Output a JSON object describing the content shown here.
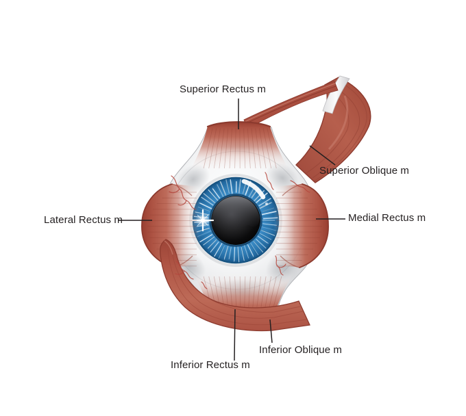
{
  "figure": {
    "type": "anatomical-diagram",
    "subject_labels_count": 6,
    "labels": {
      "superior_rectus": "Superior Rectus m",
      "superior_oblique": "Superior Oblique m",
      "lateral_rectus": "Lateral Rectus m",
      "medial_rectus": "Medial Rectus m",
      "inferior_rectus": "Inferior Rectus m",
      "inferior_oblique": "Inferior Oblique m"
    },
    "colors": {
      "background": "#ffffff",
      "muscle_dark_rim": "#8c3a2e",
      "muscle_red": "#b25948",
      "muscle_light": "#cf8878",
      "tendon_white": "#f0f0f2",
      "sclera_white": "#ffffff",
      "sclera_shadow": "#c9cacd",
      "iris_blue": "#3585bf",
      "iris_dark_ring": "#174f7c",
      "pupil_black": "#000000",
      "vessel_red": "#b5463c",
      "label_text": "#231f20",
      "leader_line": "#231f20"
    }
  }
}
